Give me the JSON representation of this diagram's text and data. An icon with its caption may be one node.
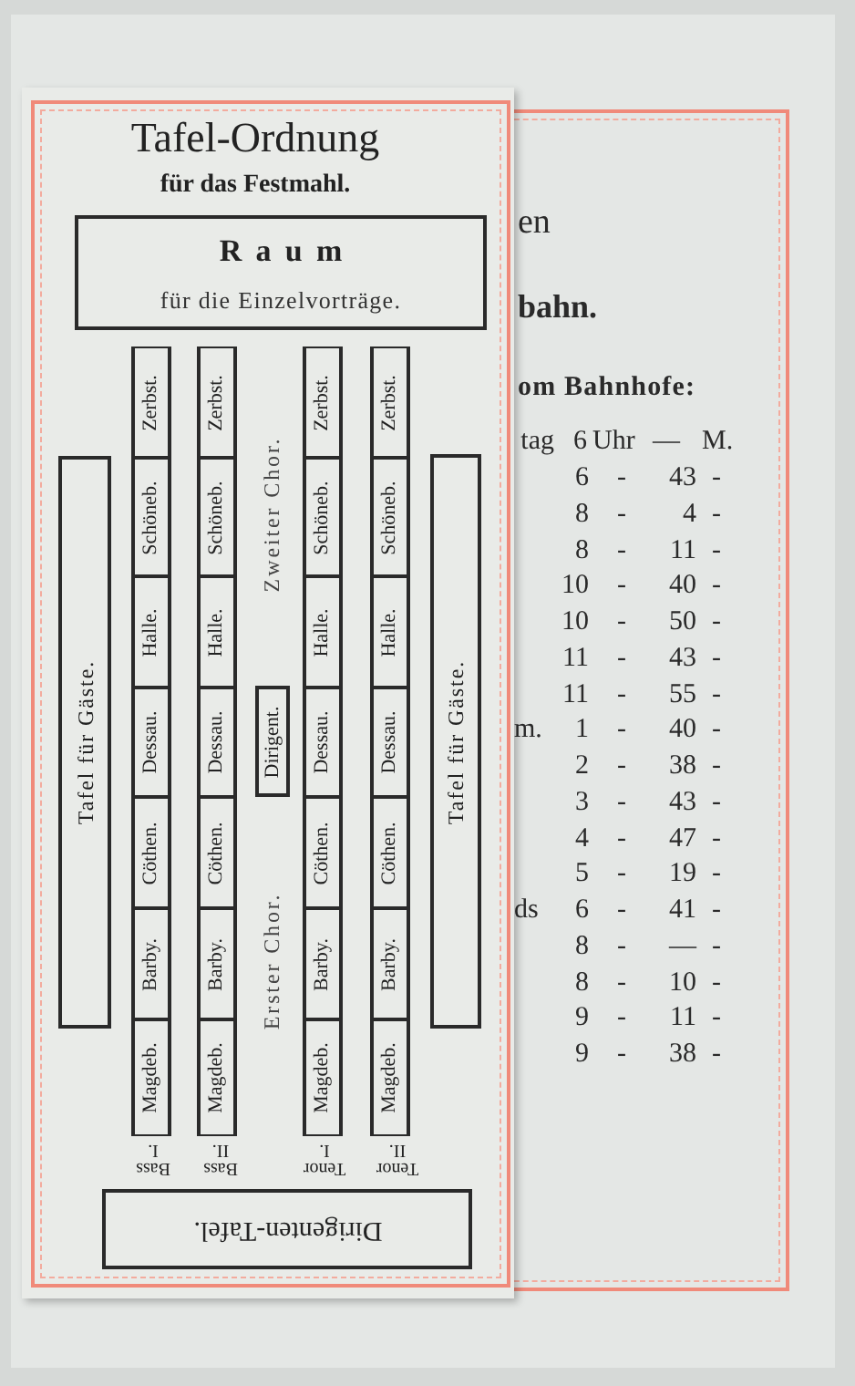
{
  "diagram": {
    "title": "Tafel-Ordnung",
    "nodes": [
      {
        "text": [
          "Raum",
          "für die Einzelvorträge."
        ]
      },
      {
        "text": [
          "Tafel für Gäste."
        ]
      },
      {
        "text": [
          "Zerbst."
        ]
      },
      {
        "text": [
          "Schöneb."
        ]
      },
      {
        "text": [
          "Halle."
        ]
      },
      {
        "text": [
          "Dessau."
        ]
      },
      {
        "text": [
          "Cöthen."
        ]
      },
      {
        "text": [
          "Barby."
        ]
      },
      {
        "text": [
          "Magdeb."
        ]
      },
      {
        "text": [
          "Zerbst."
        ]
      },
      {
        "text": [
          "Schöneb."
        ]
      },
      {
        "text": [
          "Halle."
        ]
      },
      {
        "text": [
          "Dessau."
        ]
      },
      {
        "text": [
          "Cöthen."
        ]
      },
      {
        "text": [
          "Barby."
        ]
      },
      {
        "text": [
          "Magdeb."
        ]
      },
      {
        "text": [
          "Dirigent."
        ]
      },
      {
        "text": [
          "Zerbst."
        ]
      },
      {
        "text": [
          "Schöneb."
        ]
      },
      {
        "text": [
          "Halle."
        ]
      },
      {
        "text": [
          "Dessau."
        ]
      },
      {
        "text": [
          "Cöthen."
        ]
      },
      {
        "text": [
          "Barby."
        ]
      },
      {
        "text": [
          "Magdeb."
        ]
      },
      {
        "text": [
          "Zerbst."
        ]
      },
      {
        "text": [
          "Schöneb."
        ]
      },
      {
        "text": [
          "Halle."
        ]
      },
      {
        "text": [
          "Dessau."
        ]
      },
      {
        "text": [
          "Cöthen."
        ]
      },
      {
        "text": [
          "Barby."
        ]
      },
      {
        "text": [
          "Magdeb."
        ]
      },
      {
        "text": [
          "Tafel für Gäste."
        ]
      },
      {
        "text": [
          "Dirigenten-Tafel."
        ]
      }
    ],
    "labels": [
      "für das Festmahl.",
      "Zweiter Chor.",
      "Erster Chor.",
      "Bass I.",
      "Bass II.",
      "Tenor I.",
      "Tenor II.",
      "en",
      "bahn.",
      "om Bahnhofe:",
      "tag",
      "6",
      "Uhr",
      "—",
      "M.",
      "6",
      "-",
      "43",
      "-",
      "8",
      "-",
      "4",
      "-",
      "8",
      "-",
      "11",
      "-",
      "10",
      "-",
      "40",
      "-",
      "10",
      "-",
      "50",
      "-",
      "11",
      "-",
      "43",
      "-",
      "11",
      "-",
      "55",
      "-",
      "m.",
      "1",
      "-",
      "40",
      "-",
      "2",
      "-",
      "38",
      "-",
      "3",
      "-",
      "43",
      "-",
      "4",
      "-",
      "47",
      "-",
      "5",
      "-",
      "19",
      "-",
      "ds",
      "6",
      "-",
      "41",
      "-",
      "8",
      "-",
      "—",
      "-",
      "8",
      "-",
      "10",
      "-",
      "9",
      "-",
      "11",
      "-",
      "9",
      "-",
      "38",
      "-"
    ]
  }
}
